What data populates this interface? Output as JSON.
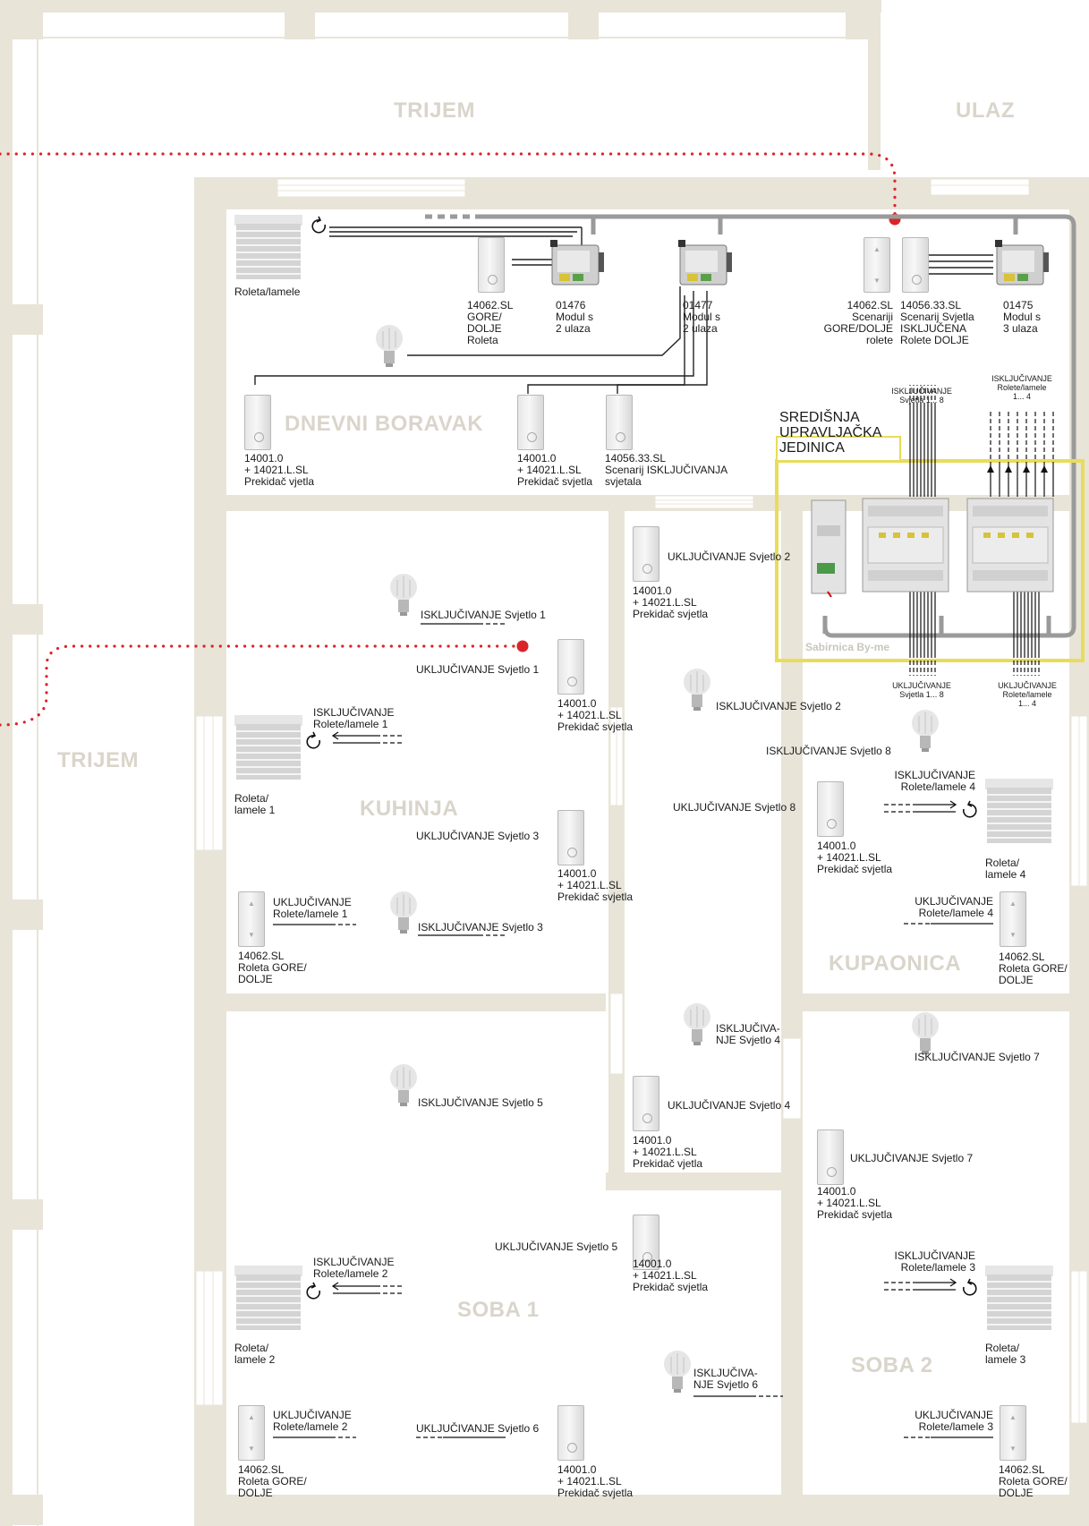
{
  "rooms": {
    "trijem_top": "TRIJEM",
    "ulaz": "ULAZ",
    "dnevni_boravak": "DNEVNI BORAVAK",
    "trijem_left": "TRIJEM",
    "kuhinja": "KUHINJA",
    "kupaonica": "KUPAONICA",
    "soba1": "SOBA 1",
    "soba2": "SOBA 2"
  },
  "central_unit": {
    "title": "SREDIŠNJA\nUPRAVLJAČKA\nJEDINICA",
    "bus": "Sabirnica By-me",
    "top_left": "ISKLJUČIVANJE\nSvjetla 1... 8",
    "top_right": "ISKLJUČIVANJE\nRolete/lamele\n1... 4",
    "bottom_left": "UKLJUČIVANJE\nSvjetla 1... 8",
    "bottom_right": "UKLJUČIVANJE\nRolete/lamele\n1... 4"
  },
  "dnevni": {
    "roleta": "Roleta/lamele",
    "sw_roleta": "14062.SL\nGORE/\nDOLJE\nRoleta",
    "mod01476": "01476\nModul s\n2 ulaza",
    "mod01477": "01477\nModul s\n2 ulaza",
    "scen_rolete": "14062.SL\nScenariji\nGORE/DOLJE\nrolete",
    "scen_svjetla": "14056.33.SL\nScenarij Svjetla\nISKLJUČENA\nRolete DOLJE",
    "mod01475": "01475\nModul s\n3 ulaza",
    "sw1": "14001.0\n+ 14021.L.SL\nPrekidač vjetla",
    "sw2": "14001.0\n+ 14021.L.SL\nPrekidač svjetla",
    "sw3": "14056.33.SL\nScenarij ISKLJUČIVANJA\nsvjetala"
  },
  "kuhinja": {
    "iskl_svj1": "ISKLJUČIVANJE Svjetlo 1",
    "ukl_svj1": "UKLJUČIVANJE Svjetlo 1",
    "sw_svj1": "14001.0\n+ 14021.L.SL\nPrekidač svjetla",
    "iskl_rol1": "ISKLJUČIVANJE\nRolete/lamele 1",
    "roleta1": "Roleta/\nlamele 1",
    "ukl_svj3": "UKLJUČIVANJE Svjetlo 3",
    "sw_svj3": "14001.0\n+ 14021.L.SL\nPrekidač svjetla",
    "ukl_rol1": "UKLJUČIVANJE\nRolete/lamele 1",
    "iskl_svj3": "ISKLJUČIVANJE Svjetlo 3",
    "sw_rol1": "14062.SL\nRoleta GORE/\nDOLJE"
  },
  "hodnik": {
    "ukl_svj2": "UKLJUČIVANJE Svjetlo 2",
    "sw_svj2": "14001.0\n+ 14021.L.SL\nPrekidač svjetla",
    "iskl_svj2": "ISKLJUČIVANJE Svjetlo 2",
    "iskl_svj4": "ISKLJUČIVA-\nNJE Svjetlo 4",
    "ukl_svj4": "UKLJUČIVANJE Svjetlo 4",
    "sw_svj4": "14001.0\n+ 14021.L.SL\nPrekidač vjetla"
  },
  "kupaonica": {
    "iskl_svj8": "ISKLJUČIVANJE Svjetlo 8",
    "iskl_rol4": "ISKLJUČIVANJE\nRolete/lamele 4",
    "ukl_svj8": "UKLJUČIVANJE Svjetlo 8",
    "sw_svj8": "14001.0\n+ 14021.L.SL\nPrekidač svjetla",
    "roleta4": "Roleta/\nlamele 4",
    "ukl_rol4": "UKLJUČIVANJE\nRolete/lamele 4",
    "sw_rol4": "14062.SL\nRoleta GORE/\nDOLJE"
  },
  "soba1": {
    "iskl_svj5": "ISKLJUČIVANJE Svjetlo 5",
    "ukl_svj5": "UKLJUČIVANJE Svjetlo 5",
    "sw_svj5": "14001.0\n+ 14021.L.SL\nPrekidač svjetla",
    "iskl_rol2": "ISKLJUČIVANJE\nRolete/lamele 2",
    "roleta2": "Roleta/\nlamele 2",
    "iskl_svj6": "ISKLJUČIVA-\nNJE Svjetlo 6",
    "ukl_rol2": "UKLJUČIVANJE\nRolete/lamele 2",
    "ukl_svj6": "UKLJUČIVANJE Svjetlo 6",
    "sw_rol2": "14062.SL\nRoleta GORE/\nDOLJE",
    "sw_svj6": "14001.0\n+ 14021.L.SL\nPrekidač svjetla"
  },
  "soba2": {
    "iskl_svj7": "ISKLJUČIVANJE Svjetlo 7",
    "ukl_svj7": "UKLJUČIVANJE Svjetlo 7",
    "sw_svj7": "14001.0\n+ 14021.L.SL\nPrekidač svjetla",
    "iskl_rol3": "ISKLJUČIVANJE\nRolete/lamele 3",
    "roleta3": "Roleta/\nlamele 3",
    "ukl_rol3": "UKLJUČIVANJE\nRolete/lamele 3",
    "sw_rol3": "14062.SL\nRoleta GORE/\nDOLJE"
  },
  "colors": {
    "wall": "#e8e4d8",
    "highlight": "#e8dc5a",
    "bus": "#9a9a9a",
    "dotted": "#d9252a"
  }
}
